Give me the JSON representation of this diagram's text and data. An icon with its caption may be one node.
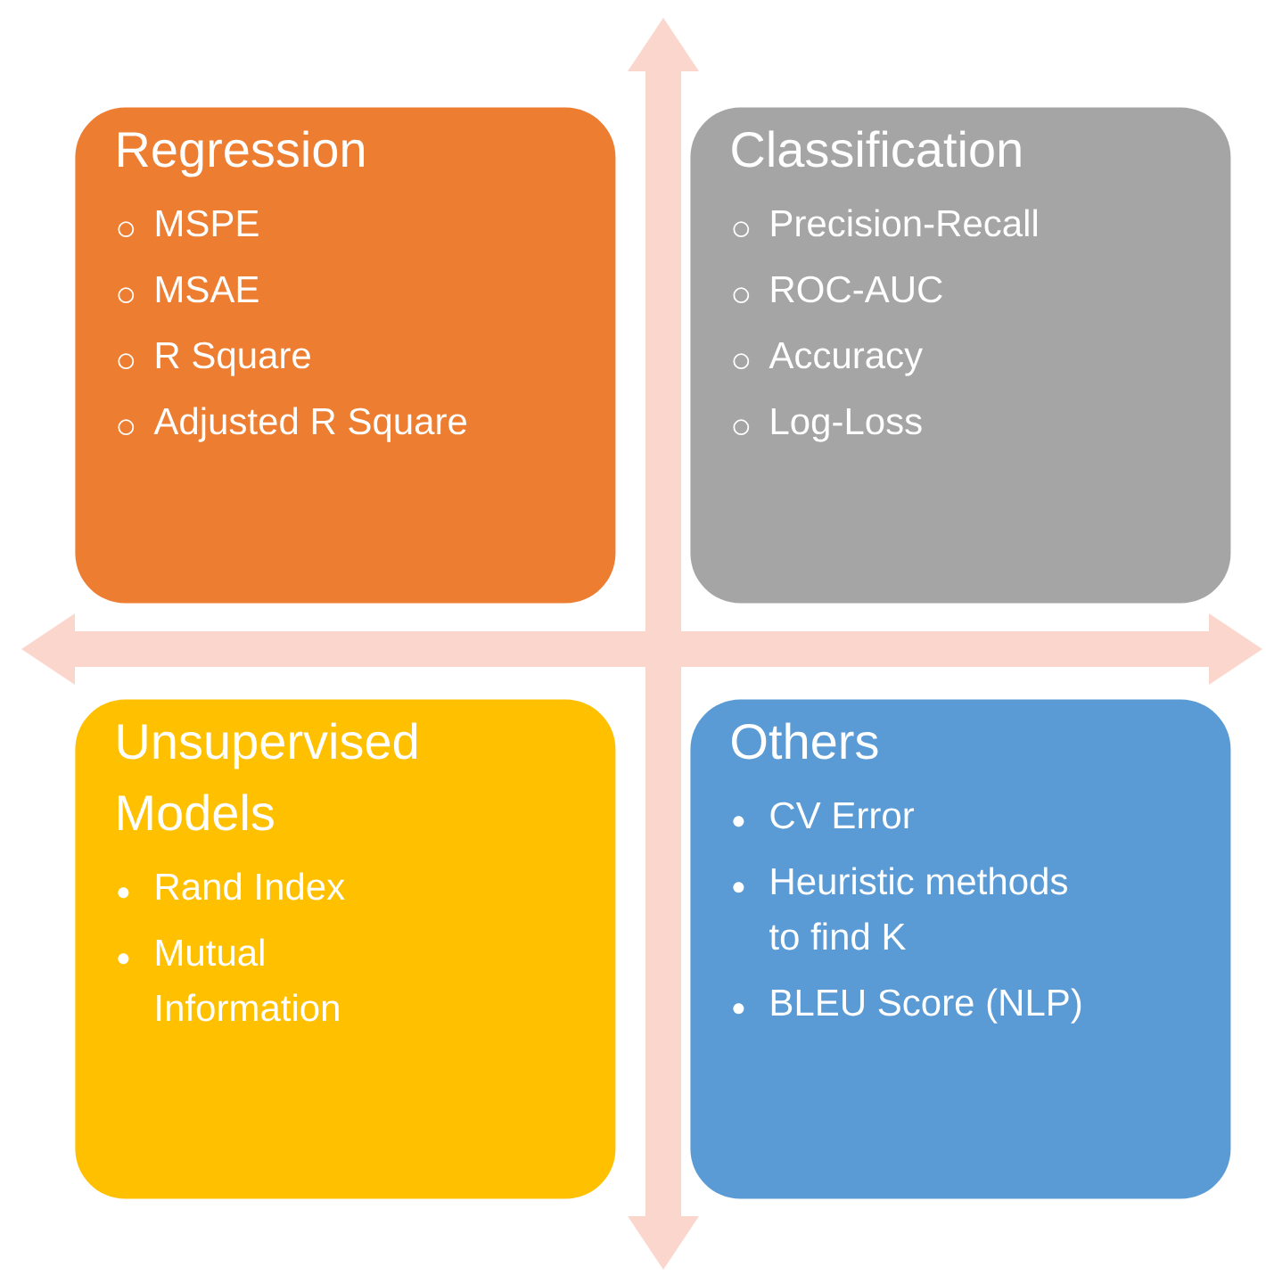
{
  "diagram": {
    "nodes": [
      {
        "text": [
          "Regression",
          "MSPE",
          "MSAE",
          "R Square",
          "Adjusted R Square"
        ]
      },
      {
        "text": [
          "Classification",
          "Precision-Recall",
          "ROC-AUC",
          "Accuracy",
          "Log-Loss"
        ]
      },
      {
        "text": [
          "Unsupervised Models",
          "Rand Index",
          "Mutual Information"
        ]
      },
      {
        "text": [
          "Others",
          "CV Error",
          "Heuristic methods to find K",
          "BLEU Score (NLP)"
        ]
      }
    ]
  }
}
